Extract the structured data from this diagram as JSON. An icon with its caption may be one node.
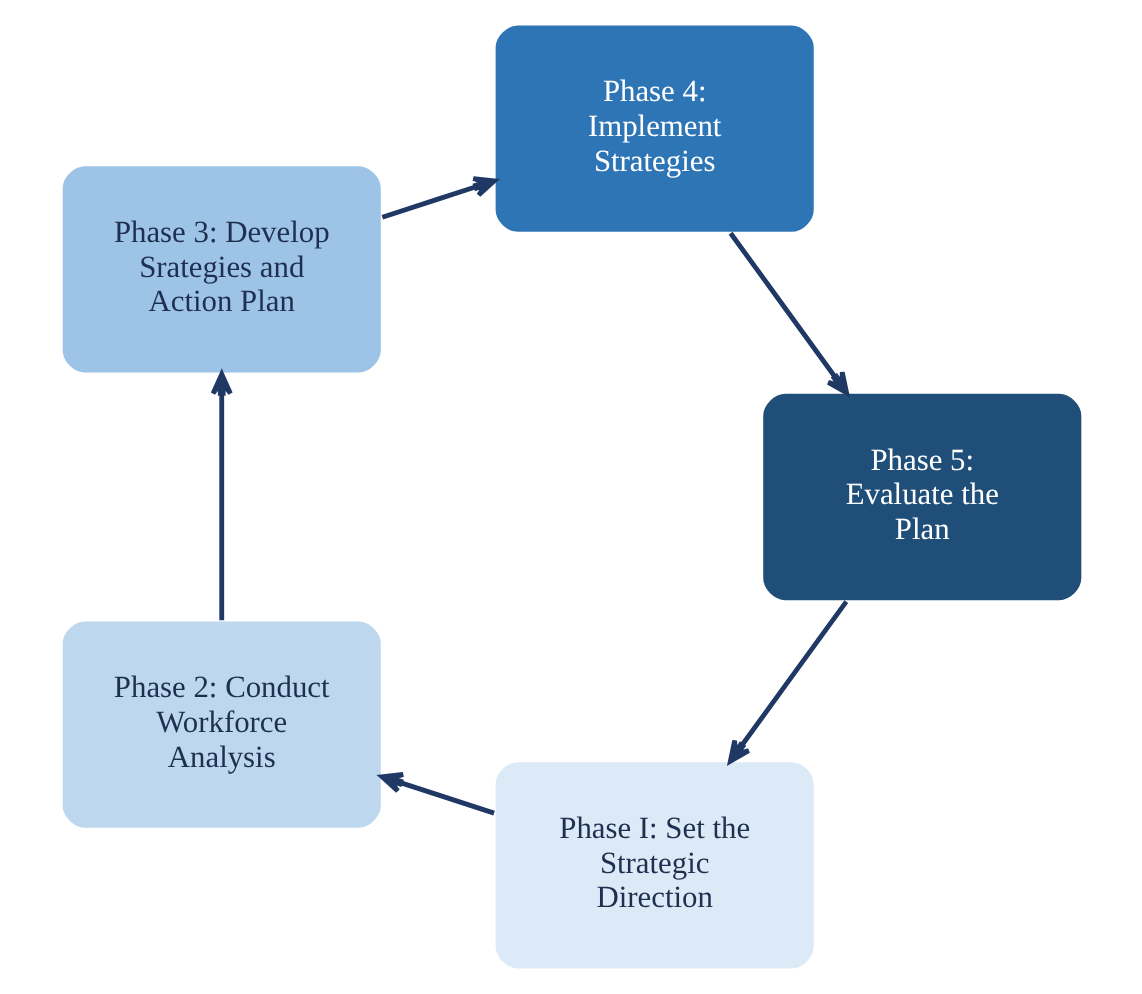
{
  "diagram": {
    "nodes": [
      {
        "text": [
          "Phase I: Set the Strategic Direction"
        ]
      },
      {
        "text": [
          "Phase 2: Conduct Workforce Analysis"
        ]
      },
      {
        "text": [
          "Phase 3: Develop Srategies and Action Plan"
        ]
      },
      {
        "text": [
          "Phase 4: Implement Strategies"
        ]
      },
      {
        "text": [
          "Phase 5: Evaluate the Plan"
        ]
      }
    ],
    "edges": [
      {
        "from": 0,
        "to": 1,
        "arrow": "to"
      },
      {
        "from": 1,
        "to": 2,
        "arrow": "to"
      },
      {
        "from": 2,
        "to": 3,
        "arrow": "to"
      },
      {
        "from": 3,
        "to": 4,
        "arrow": "to"
      },
      {
        "from": 4,
        "to": 0,
        "arrow": "to"
      }
    ]
  }
}
